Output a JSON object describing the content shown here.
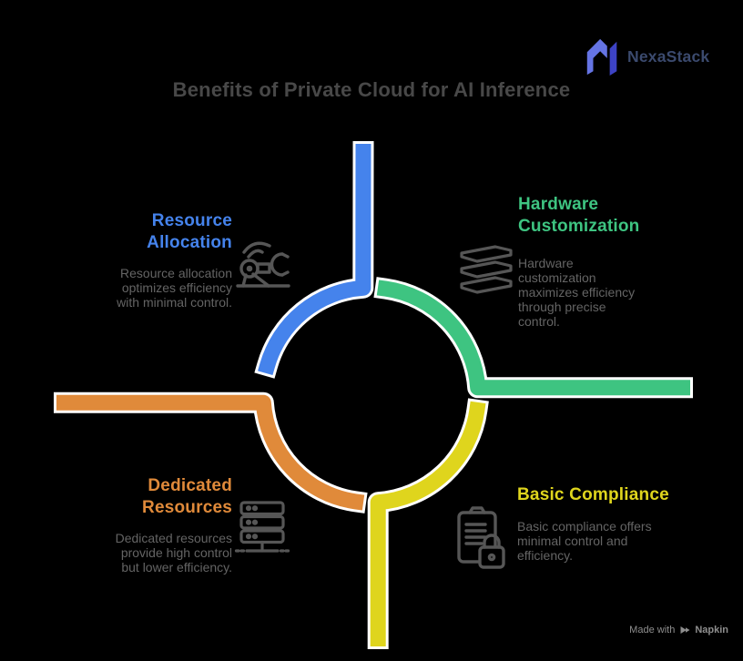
{
  "canvas": {
    "background": "#000000"
  },
  "brand": {
    "name": "NexaStack",
    "text_color": "#3B4A6E",
    "logo_light": "#6574E4",
    "logo_dark": "#3D43C4"
  },
  "title": {
    "text": "Benefits of Private Cloud for AI Inference",
    "color": "#484848"
  },
  "diagram": {
    "casing_color": "#FFFFFF",
    "icon_color": "#565656",
    "body_text_color": "#646464",
    "segments": [
      {
        "id": "resource-allocation",
        "quadrant": "top-left",
        "color": "#4583EC",
        "heading_lines": [
          "Resource",
          "Allocation"
        ],
        "body": "Resource allocation optimizes efficiency with minimal control.",
        "icon": "robotic-arm-icon"
      },
      {
        "id": "hardware-customization",
        "quadrant": "top-right",
        "color": "#3EC481",
        "heading_lines": [
          "Hardware",
          "Customization"
        ],
        "body": "Hardware customization maximizes efficiency through precise control.",
        "icon": "stacked-hardware-icon"
      },
      {
        "id": "dedicated-resources",
        "quadrant": "bottom-left",
        "color": "#E08A3A",
        "heading_lines": [
          "Dedicated",
          "Resources"
        ],
        "body": "Dedicated resources provide high control but lower efficiency.",
        "icon": "server-rack-icon"
      },
      {
        "id": "basic-compliance",
        "quadrant": "bottom-right",
        "color": "#DFD51D",
        "heading_lines": [
          "Basic Compliance"
        ],
        "body": "Basic compliance offers minimal control and efficiency.",
        "icon": "clipboard-lock-icon"
      }
    ]
  },
  "footer": {
    "made_with": "Made with",
    "brand": "Napkin",
    "color": "#8E8E8E"
  }
}
